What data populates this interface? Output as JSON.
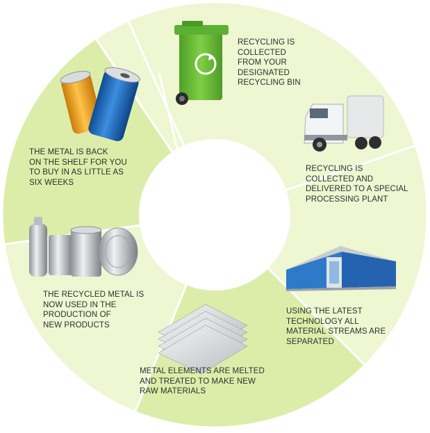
{
  "diagram": {
    "colors": {
      "segment_light": "#eef6d2",
      "segment_mid": "#dcedaa",
      "divider": "#ffffff",
      "center": "#ffffff",
      "caption_text": "#2b2f2f",
      "bin_green": "#6cbf3a",
      "can_blue": "#1f67b5",
      "can_orange": "#f0a019",
      "building_blue": "#2f79c9"
    },
    "stages": [
      {
        "icon": "recycling-bin-icon",
        "lines": [
          "RECYCLING IS",
          "COLLECTED",
          "FROM YOUR",
          "DESIGNATED",
          "RECYCLING BIN"
        ]
      },
      {
        "icon": "truck-icon",
        "lines": [
          "RECYCLING IS",
          "COLLECTED AND",
          "DELIVERED TO A SPECIAL",
          "PROCESSING PLANT"
        ]
      },
      {
        "icon": "factory-icon",
        "lines": [
          "USING THE LATEST",
          "TECHNOLOGY ALL",
          "MATERIAL STREAMS ARE",
          "SEPARATED"
        ]
      },
      {
        "icon": "metal-sheets-icon",
        "lines": [
          "METAL ELEMENTS ARE MELTED",
          "AND TREATED TO MAKE NEW",
          "RAW MATERIALS"
        ]
      },
      {
        "icon": "metal-products-icon",
        "lines": [
          "THE RECYCLED METAL IS",
          "NOW USED IN THE",
          "PRODUCTION OF",
          "NEW PRODUCTS"
        ]
      },
      {
        "icon": "drink-cans-icon",
        "lines": [
          "THE METAL IS BACK",
          "ON THE SHELF FOR YOU",
          "TO BUY IN AS LITTLE AS",
          "SIX WEEKS"
        ]
      }
    ]
  }
}
